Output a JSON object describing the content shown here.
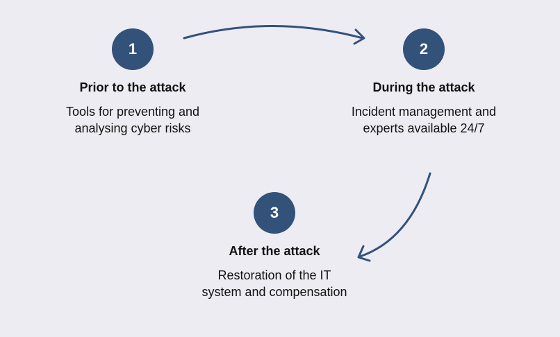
{
  "colors": {
    "background": "#edecf3",
    "accent": "#32527a",
    "text": "#111111"
  },
  "steps": [
    {
      "number": "1",
      "title": "Prior to the attack",
      "description": "Tools for preventing and analysing cyber risks"
    },
    {
      "number": "2",
      "title": "During the attack",
      "description": "Incident management and experts available 24/7"
    },
    {
      "number": "3",
      "title": "After the attack",
      "description": "Restoration of the IT system and compensation"
    }
  ]
}
